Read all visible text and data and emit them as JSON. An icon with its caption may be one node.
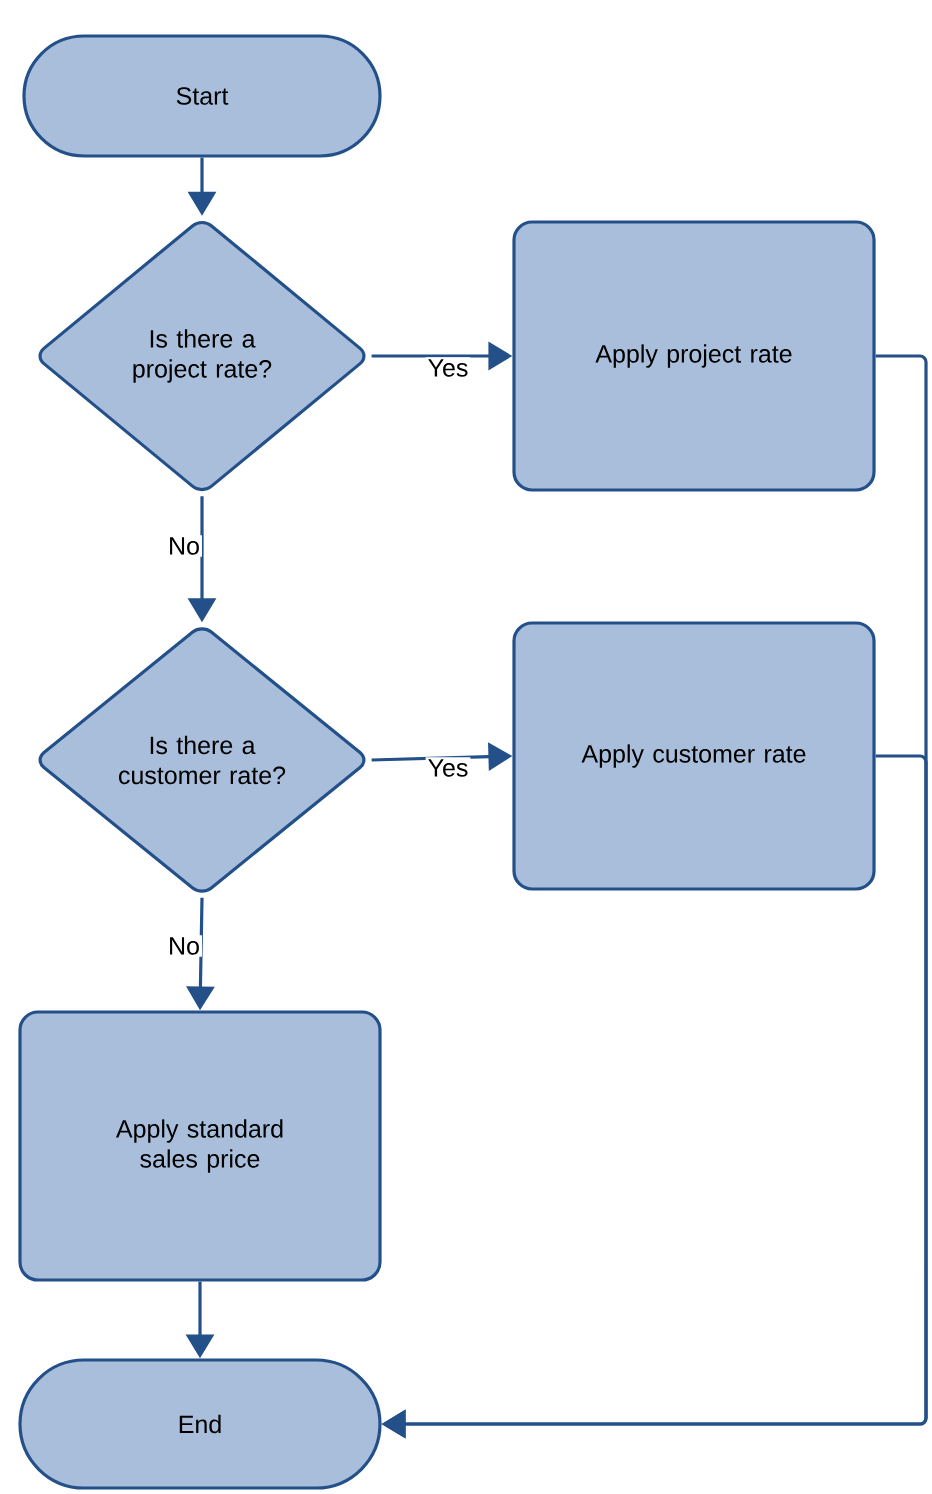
{
  "diagram": {
    "nodes": [
      {
        "text": [
          "Start"
        ]
      },
      {
        "text": [
          "Is there a project rate?"
        ]
      },
      {
        "text": [
          "Apply project rate"
        ]
      },
      {
        "text": [
          "Is there a customer rate?"
        ]
      },
      {
        "text": [
          "Apply customer rate"
        ]
      },
      {
        "text": [
          "Apply standard sales price"
        ]
      },
      {
        "text": [
          "End"
        ]
      }
    ],
    "edges": [
      {
        "from": 0,
        "to": 1,
        "arrow": "to"
      },
      {
        "from": 1,
        "to": 2,
        "arrow": "to",
        "label": "Yes"
      },
      {
        "from": 1,
        "to": 3,
        "arrow": "to",
        "label": "No"
      },
      {
        "from": 3,
        "to": 4,
        "arrow": "to",
        "label": "Yes"
      },
      {
        "from": 3,
        "to": 5,
        "arrow": "to",
        "label": "No"
      },
      {
        "from": 5,
        "to": 6,
        "arrow": "to"
      },
      {
        "from": 2,
        "to": 6,
        "arrow": "to"
      },
      {
        "from": 4,
        "to": 6,
        "arrow": "to"
      }
    ]
  }
}
